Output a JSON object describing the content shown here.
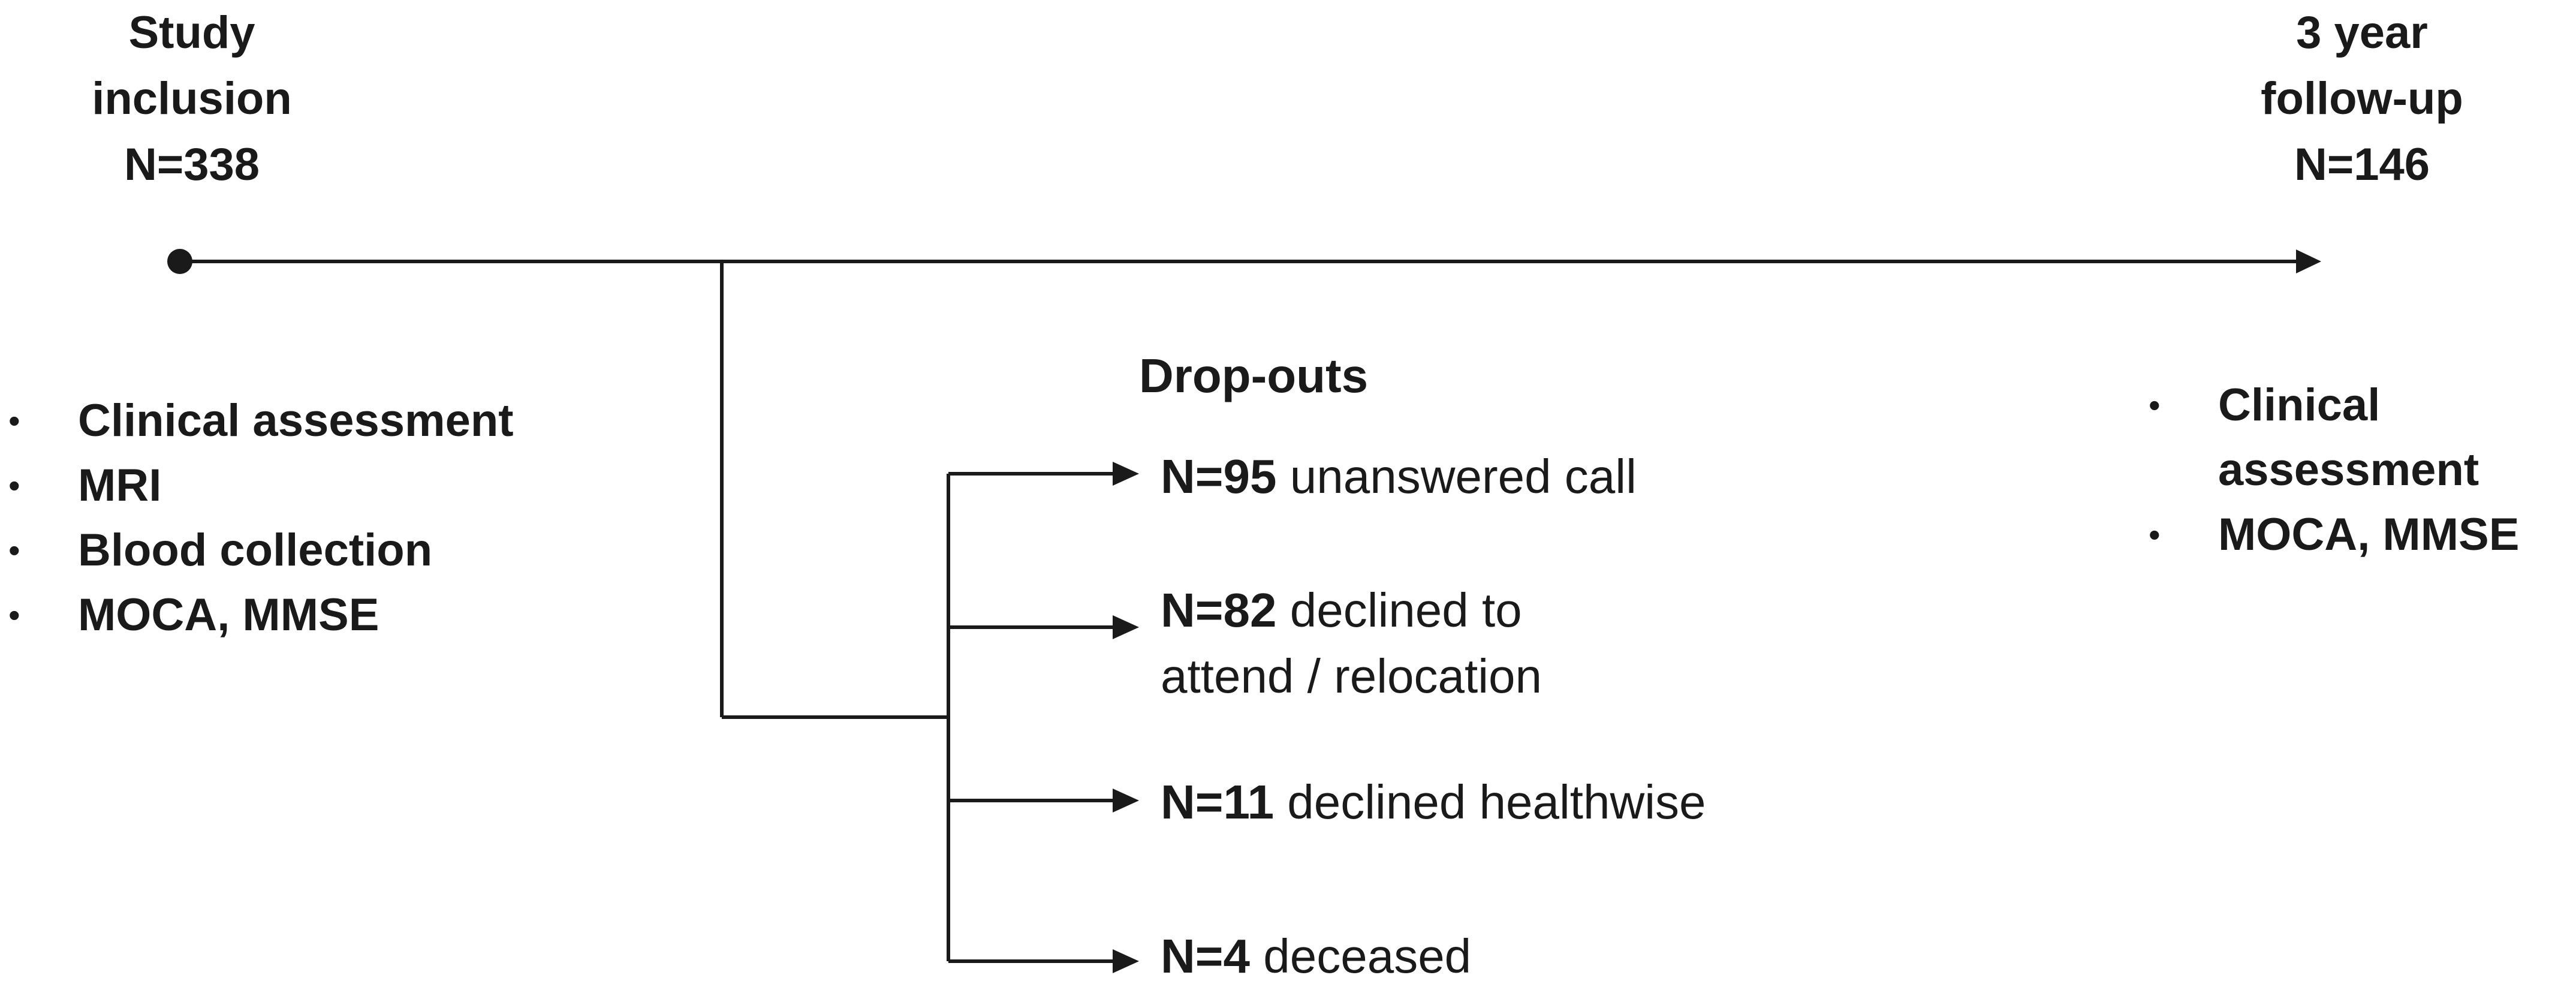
{
  "timeline": {
    "start": {
      "lines": [
        "Study",
        "inclusion",
        "N=338"
      ],
      "procedures": [
        "Clinical assessment",
        "MRI",
        "Blood collection",
        "MOCA, MMSE"
      ]
    },
    "end": {
      "lines": [
        "3 year",
        "follow-up",
        "N=146"
      ],
      "procedures": [
        "Clinical assessment",
        "MOCA, MMSE"
      ]
    }
  },
  "dropouts": {
    "title": "Drop-outs",
    "items": [
      {
        "count": "N=95",
        "reason": "unanswered call",
        "reason2": ""
      },
      {
        "count": "N=82",
        "reason": "declined to",
        "reason2": "attend / relocation"
      },
      {
        "count": "N=11",
        "reason": "declined healthwise",
        "reason2": ""
      },
      {
        "count": "N=4",
        "reason": "deceased",
        "reason2": ""
      }
    ]
  },
  "colors": {
    "line": "#1a1a1a",
    "text": "#1a1a1a",
    "background": "#ffffff"
  }
}
